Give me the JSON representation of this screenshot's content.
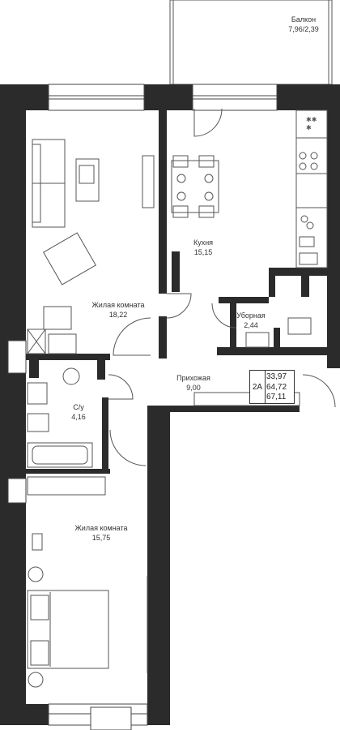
{
  "plan": {
    "unit_type": "2А",
    "areas": [
      "33,97",
      "64,72",
      "67,11"
    ],
    "rooms": [
      {
        "id": "balcony",
        "name": "Балкон",
        "area": "7,96/2,39"
      },
      {
        "id": "living1",
        "name": "Жилая комната",
        "area": "18,22"
      },
      {
        "id": "kitchen",
        "name": "Кухня",
        "area": "15,15"
      },
      {
        "id": "toilet",
        "name": "Уборная",
        "area": "2,44"
      },
      {
        "id": "hall",
        "name": "Прихожая",
        "area": "9,00"
      },
      {
        "id": "bath",
        "name": "С/у",
        "area": "4,16"
      },
      {
        "id": "living2",
        "name": "Жилая комната",
        "area": "15,75"
      }
    ]
  },
  "colors": {
    "wall": "#2b2b2b",
    "line": "#4a4a4a",
    "background": "#ffffff"
  }
}
